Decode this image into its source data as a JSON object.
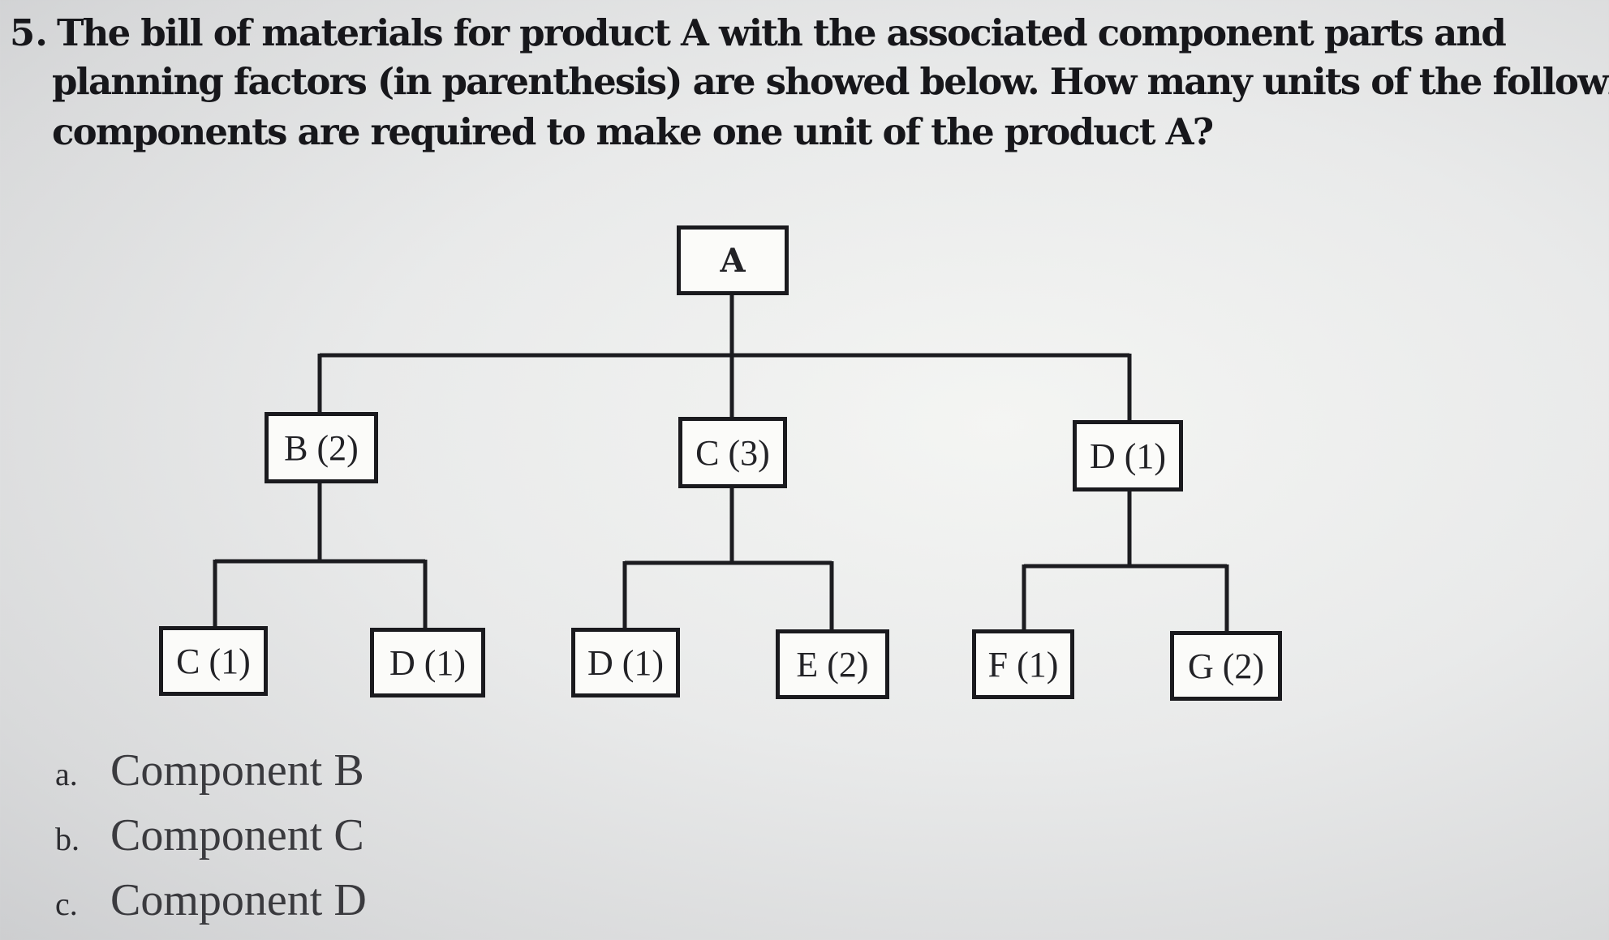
{
  "question": {
    "number": "5.",
    "lines": [
      "The bill of materials for product A with the associated component parts and",
      "planning factors (in parenthesis) are showed below. How many units of the following",
      "components are required to make one unit of the product A?"
    ]
  },
  "bom": {
    "root": "A",
    "level1": [
      "B (2)",
      "C (3)",
      "D (1)"
    ],
    "level2": [
      "C (1)",
      "D (1)",
      "D (1)",
      "E (2)",
      "F (1)",
      "G (2)"
    ]
  },
  "options": [
    {
      "letter": "a.",
      "text": "Component B"
    },
    {
      "letter": "b.",
      "text": "Component C"
    },
    {
      "letter": "c.",
      "text": "Component D"
    }
  ]
}
